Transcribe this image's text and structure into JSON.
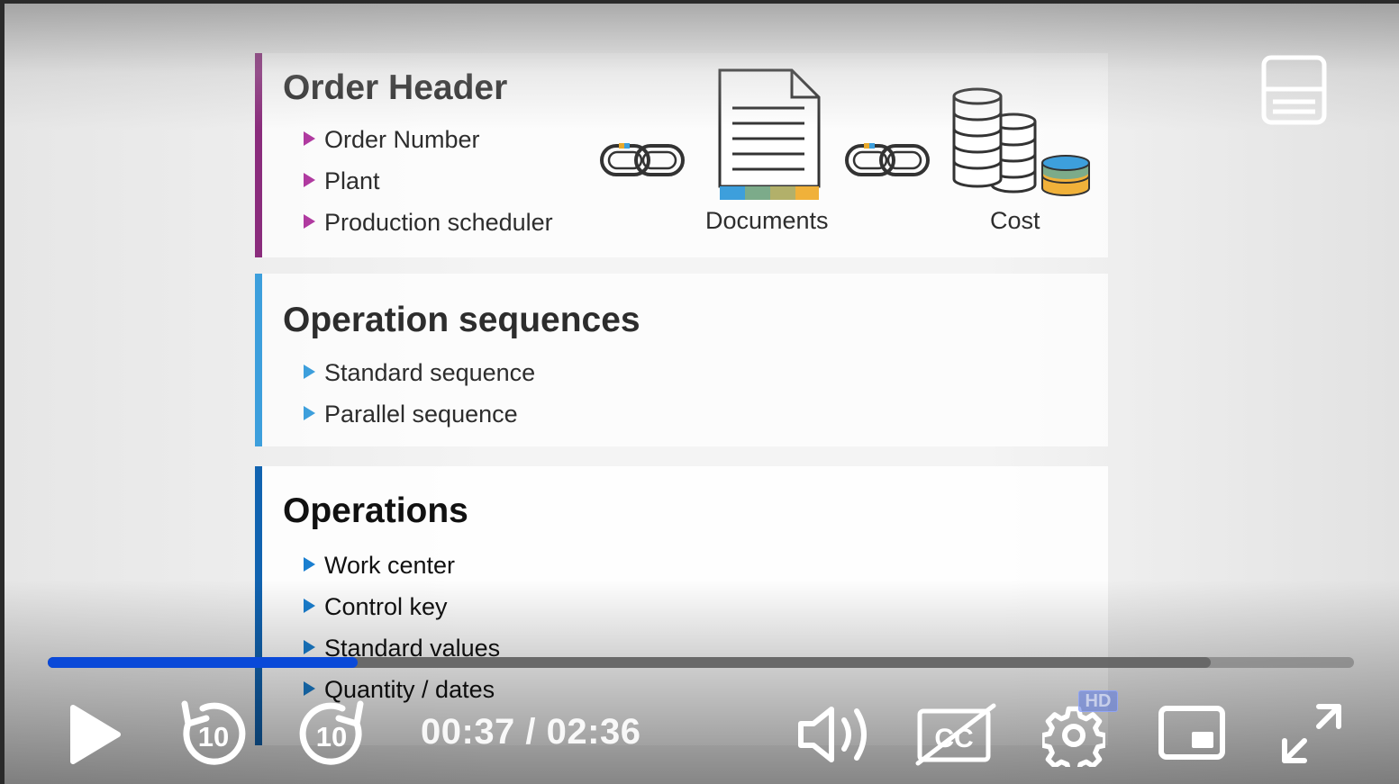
{
  "slide": {
    "order_header": {
      "title": "Order Header",
      "bullets": [
        "Order Number",
        "Plant",
        "Production scheduler"
      ],
      "documents_label": "Documents",
      "cost_label": "Cost",
      "accent_color": "#8a2c7c"
    },
    "operation_sequences": {
      "title": "Operation sequences",
      "bullets": [
        "Standard sequence",
        "Parallel sequence"
      ],
      "accent_color": "#3d9fdc"
    },
    "operations": {
      "title": "Operations",
      "bullets": [
        "Work center",
        "Control key",
        "Standard values",
        "Quantity / dates"
      ],
      "accent_color": "#1163b0"
    }
  },
  "player": {
    "current_time": "00:37",
    "duration": "02:36",
    "time_display": "00:37 / 02:36",
    "progress_fraction": 0.237,
    "buffered_fraction": 0.89,
    "progress_color": "#0a49d8",
    "replay_seconds": "10",
    "forward_seconds": "10",
    "quality_badge": "HD",
    "icons": [
      "captions-panel-icon",
      "play-icon",
      "rewind-10-icon",
      "forward-10-icon",
      "volume-icon",
      "closed-captions-off-icon",
      "settings-icon",
      "picture-in-picture-icon",
      "fullscreen-icon"
    ]
  }
}
